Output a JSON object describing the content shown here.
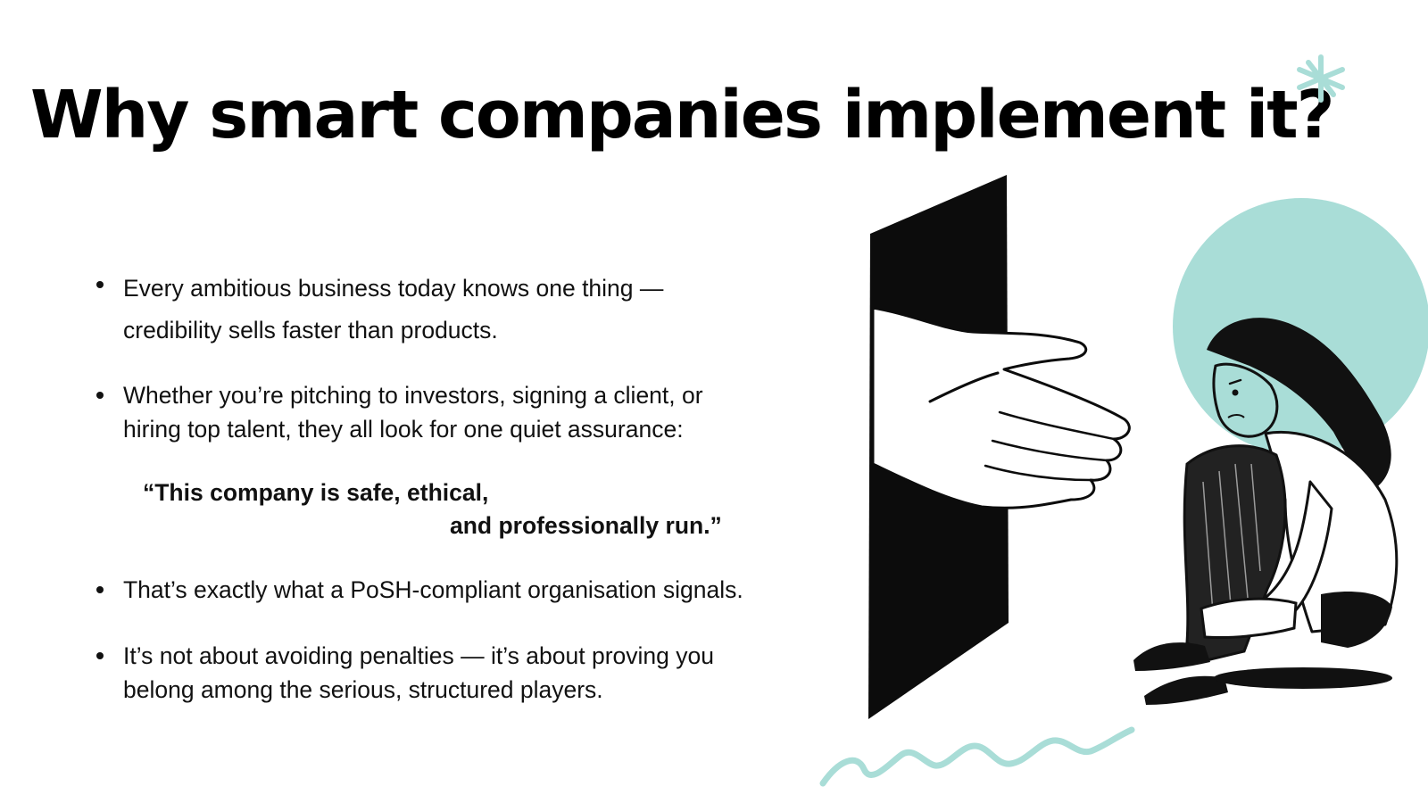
{
  "slide": {
    "title": "Why smart companies implement it?",
    "bullets": [
      {
        "line1": "Every ambitious business today knows one thing —",
        "line2": "credibility sells faster than products."
      },
      {
        "line1": "Whether you’re pitching to investors, signing a client, or",
        "line2": "hiring top talent, they all look for one quiet assurance:"
      },
      {
        "line1": "That’s exactly what a PoSH-compliant organisation signals."
      },
      {
        "line1": "It’s not about avoiding penalties — it’s about proving you",
        "line2": "belong among the serious, structured players."
      }
    ],
    "quote": {
      "line1": "“This company is safe, ethical,",
      "line2": "and  professionally run.”"
    }
  },
  "colors": {
    "accent": "#a9ddd7",
    "ink": "#111111",
    "background": "#ffffff"
  },
  "illustration": {
    "icons": [
      "asterisk-doodle",
      "helping-hand-door",
      "sitting-woman",
      "teal-circle",
      "squiggle-line"
    ]
  }
}
